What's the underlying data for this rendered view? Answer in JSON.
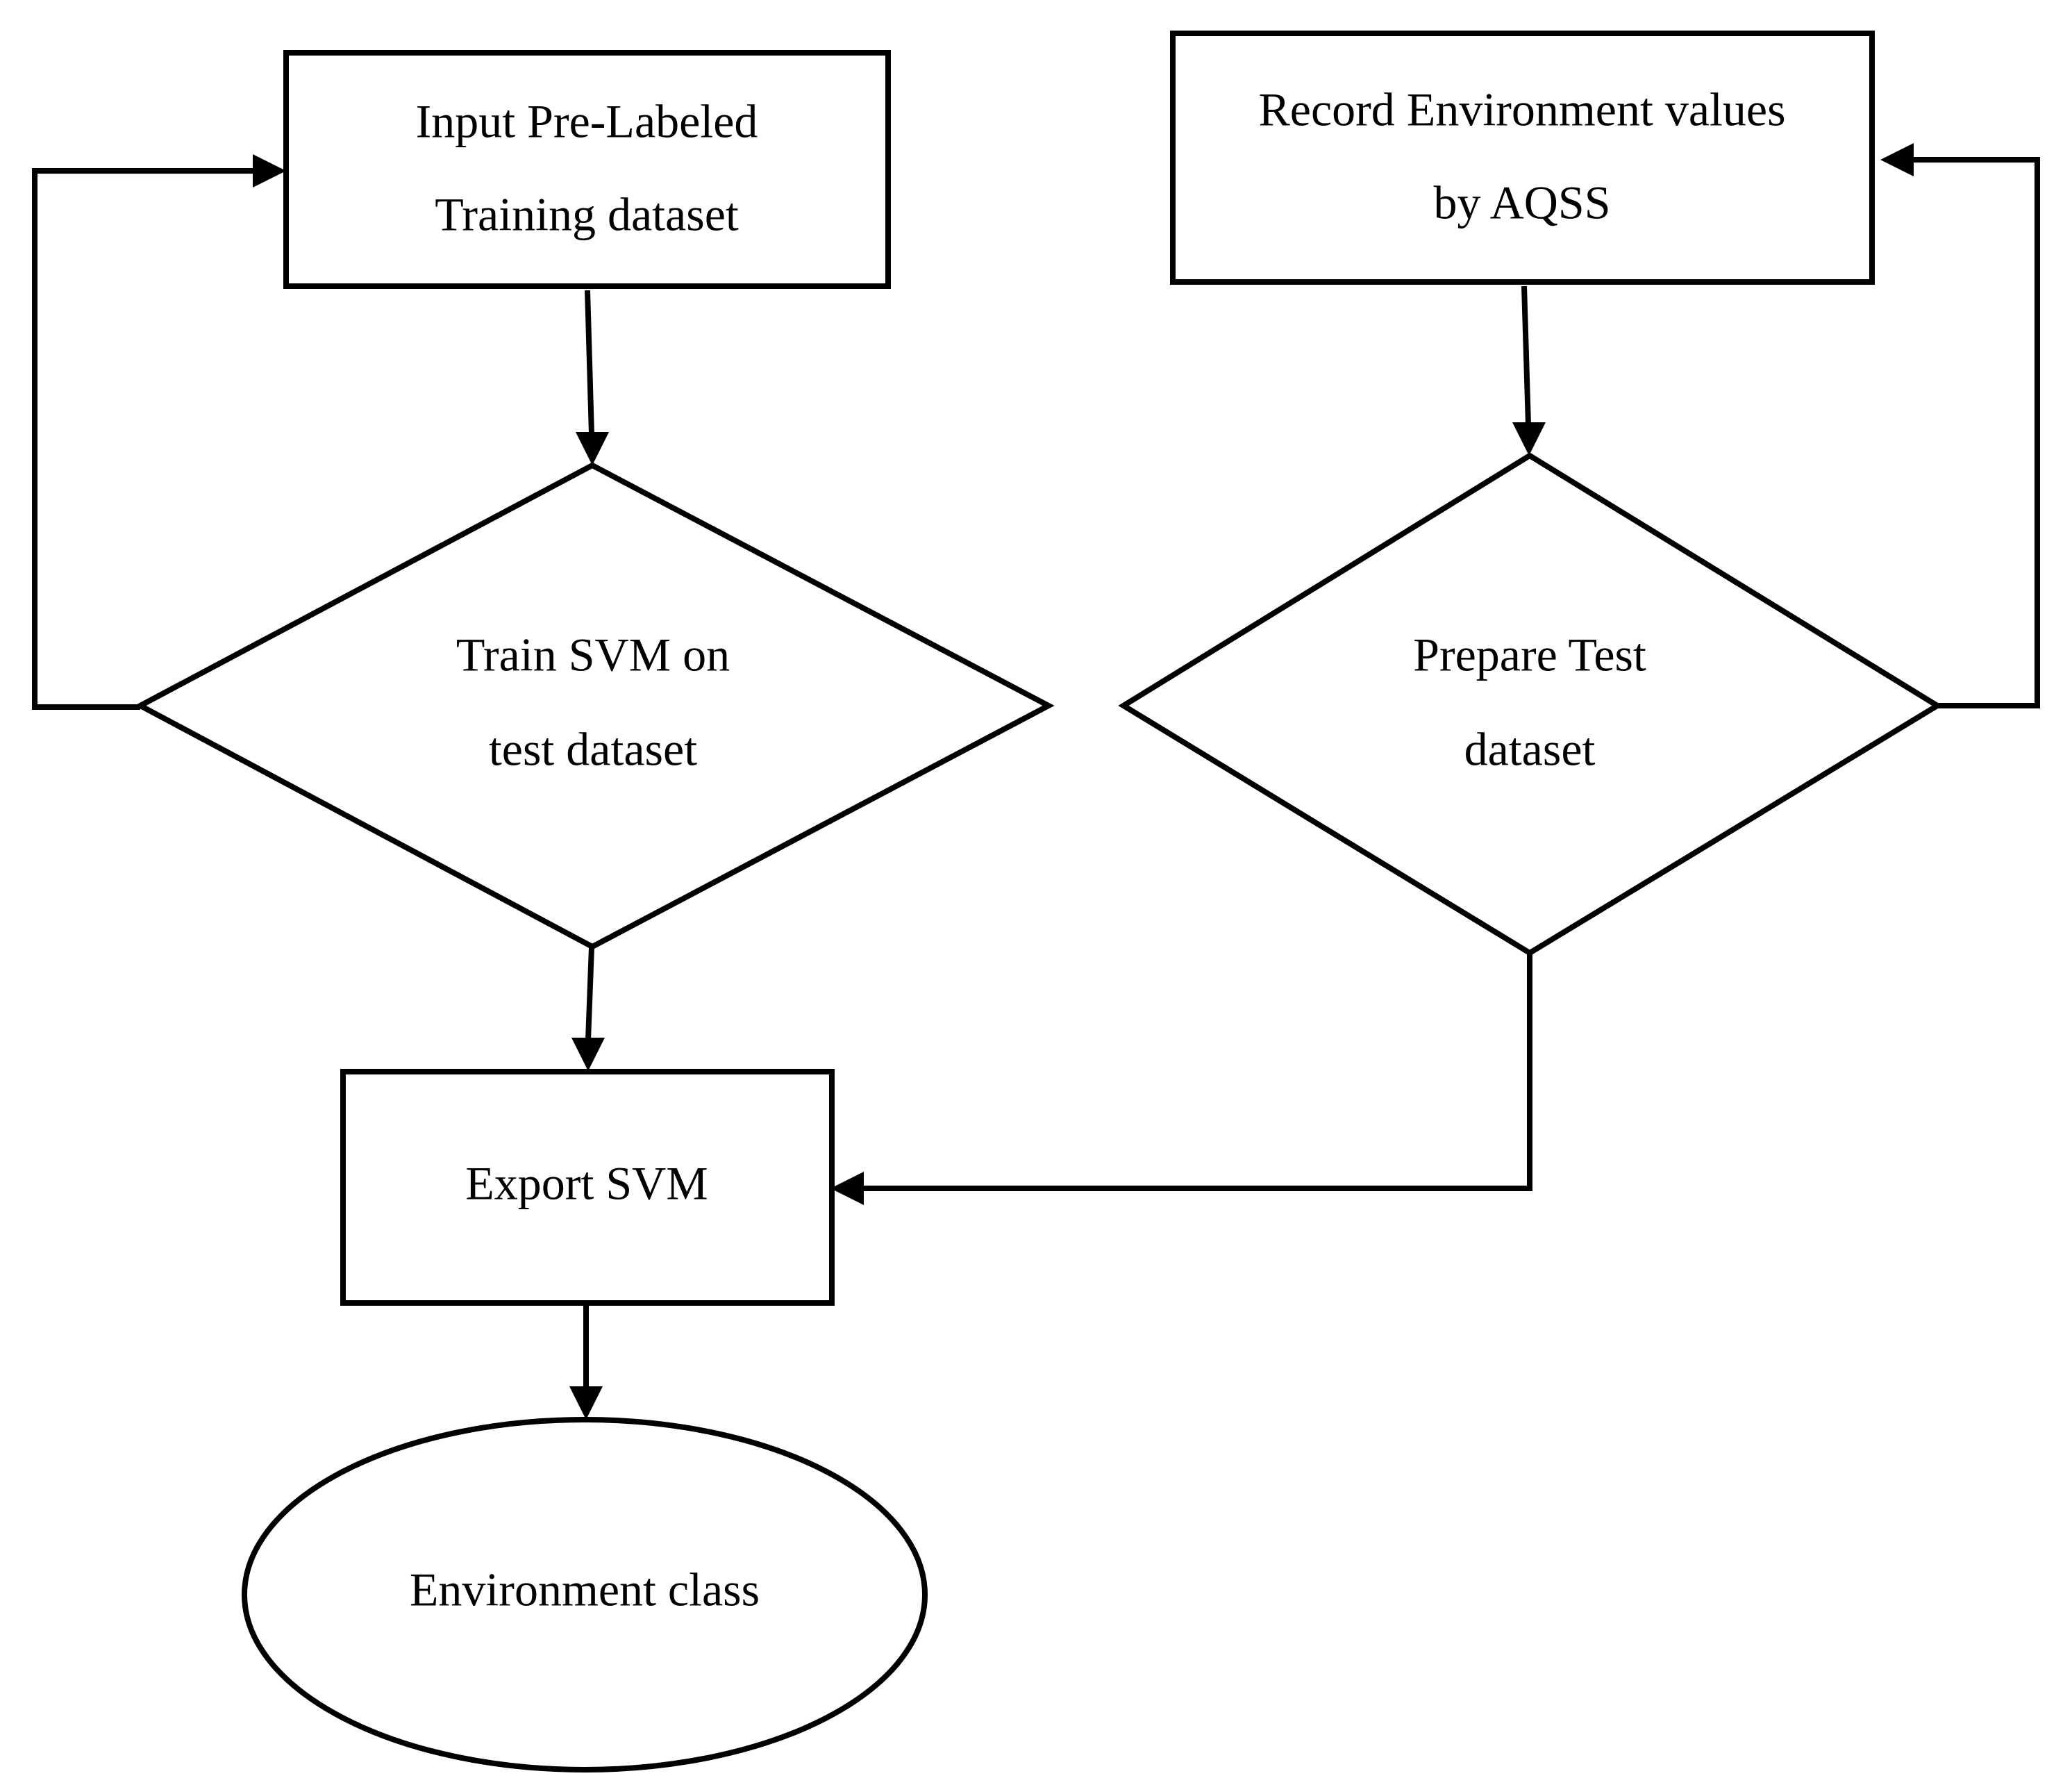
{
  "nodes": {
    "input_training": {
      "shape": "rectangle",
      "lines": [
        "Input Pre-Labeled",
        "Training dataset"
      ]
    },
    "record_environment": {
      "shape": "rectangle",
      "lines": [
        "Record Environment values",
        "by AQSS"
      ]
    },
    "train_svm": {
      "shape": "diamond",
      "lines": [
        "Train SVM on",
        "test dataset"
      ]
    },
    "prepare_test": {
      "shape": "diamond",
      "lines": [
        "Prepare Test",
        "dataset"
      ]
    },
    "export_svm": {
      "shape": "rectangle",
      "lines": [
        "Export SVM"
      ]
    },
    "environment_class": {
      "shape": "ellipse",
      "lines": [
        "Environment class"
      ]
    }
  },
  "edges": [
    {
      "from": "input_training",
      "to": "train_svm"
    },
    {
      "from": "train_svm",
      "to": "input_training"
    },
    {
      "from": "record_environment",
      "to": "prepare_test"
    },
    {
      "from": "prepare_test",
      "to": "record_environment"
    },
    {
      "from": "train_svm",
      "to": "export_svm"
    },
    {
      "from": "prepare_test",
      "to": "export_svm"
    },
    {
      "from": "export_svm",
      "to": "environment_class"
    }
  ],
  "colors": {
    "stroke": "#000000",
    "background": "#ffffff"
  }
}
